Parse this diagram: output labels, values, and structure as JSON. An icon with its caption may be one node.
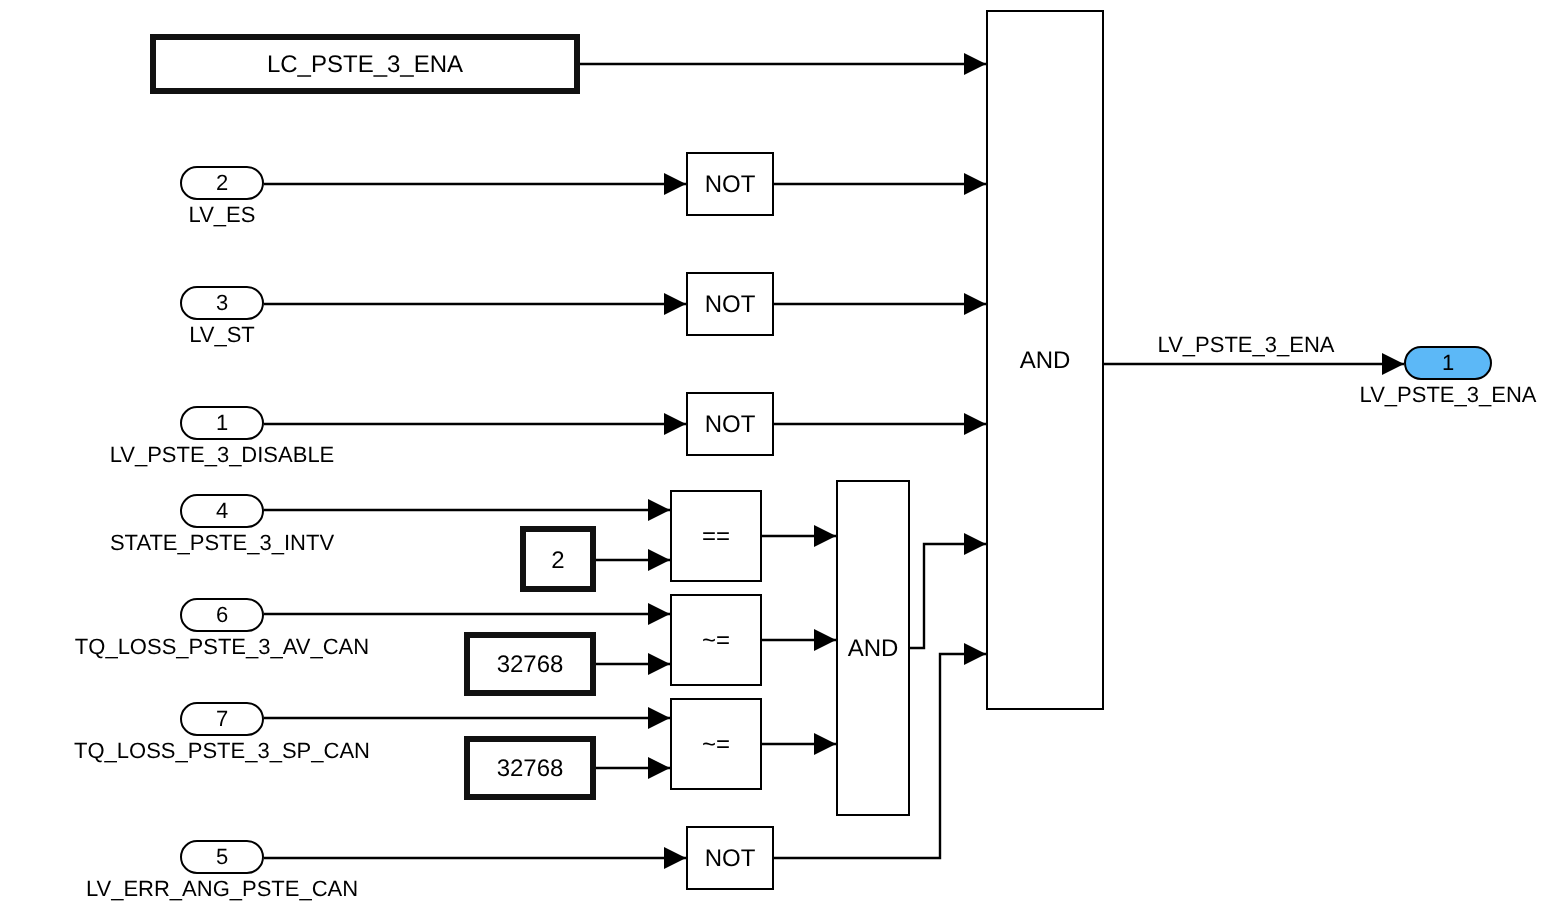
{
  "diagram": {
    "nodes": [
      {
        "text": [
          "LC_PSTE_3_ENA"
        ]
      },
      {
        "text": [
          "2"
        ],
        "beside": [
          "LV_ES"
        ]
      },
      {
        "text": [
          "NOT"
        ]
      },
      {
        "text": [
          "3"
        ],
        "beside": [
          "LV_ST"
        ]
      },
      {
        "text": [
          "NOT"
        ]
      },
      {
        "text": [
          "1"
        ],
        "beside": [
          "LV_PSTE_3_DISABLE"
        ]
      },
      {
        "text": [
          "NOT"
        ]
      },
      {
        "text": [
          "4"
        ],
        "beside": [
          "STATE_PSTE_3_INTV"
        ]
      },
      {
        "text": [
          "2"
        ]
      },
      {
        "text": [
          "=="
        ]
      },
      {
        "text": [
          "6"
        ],
        "beside": [
          "TQ_LOSS_PSTE_3_AV_CAN"
        ]
      },
      {
        "text": [
          "32768"
        ]
      },
      {
        "text": [
          "~="
        ]
      },
      {
        "text": [
          "7"
        ],
        "beside": [
          "TQ_LOSS_PSTE_3_SP_CAN"
        ]
      },
      {
        "text": [
          "32768"
        ]
      },
      {
        "text": [
          "~="
        ]
      },
      {
        "text": [
          "AND"
        ]
      },
      {
        "text": [
          "5"
        ],
        "beside": [
          "LV_ERR_ANG_PSTE_CAN"
        ]
      },
      {
        "text": [
          "NOT"
        ]
      },
      {
        "text": [
          "AND"
        ]
      },
      {
        "text": [
          "1"
        ],
        "beside": [
          "LV_PSTE_3_ENA"
        ]
      }
    ],
    "edges": [
      {
        "from": 0,
        "to": 19,
        "arrow": "to"
      },
      {
        "from": 1,
        "to": 2,
        "arrow": "to"
      },
      {
        "from": 2,
        "to": 19,
        "arrow": "to"
      },
      {
        "from": 3,
        "to": 4,
        "arrow": "to"
      },
      {
        "from": 4,
        "to": 19,
        "arrow": "to"
      },
      {
        "from": 5,
        "to": 6,
        "arrow": "to"
      },
      {
        "from": 6,
        "to": 19,
        "arrow": "to"
      },
      {
        "from": 7,
        "to": 9,
        "arrow": "to"
      },
      {
        "from": 8,
        "to": 9,
        "arrow": "to"
      },
      {
        "from": 9,
        "to": 16,
        "arrow": "to"
      },
      {
        "from": 10,
        "to": 12,
        "arrow": "to"
      },
      {
        "from": 11,
        "to": 12,
        "arrow": "to"
      },
      {
        "from": 12,
        "to": 16,
        "arrow": "to"
      },
      {
        "from": 13,
        "to": 15,
        "arrow": "to"
      },
      {
        "from": 14,
        "to": 15,
        "arrow": "to"
      },
      {
        "from": 15,
        "to": 16,
        "arrow": "to"
      },
      {
        "from": 16,
        "to": 19,
        "arrow": "to"
      },
      {
        "from": 17,
        "to": 18,
        "arrow": "to"
      },
      {
        "from": 18,
        "to": 19,
        "arrow": "to"
      },
      {
        "from": 19,
        "to": 20,
        "arrow": "to",
        "label": "LV_PSTE_3_ENA"
      }
    ]
  }
}
